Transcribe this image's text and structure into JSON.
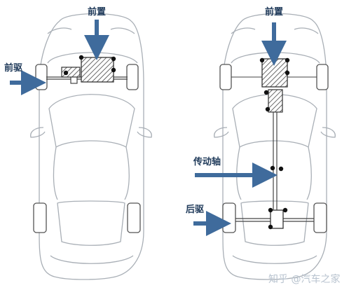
{
  "labels": {
    "fwd_front_engine": "前置",
    "fwd_drive": "前驱",
    "rwd_front_engine": "前置",
    "driveshaft": "传动轴",
    "rwd_drive": "后驱"
  },
  "watermark": "知乎 @汽车之家",
  "colors": {
    "arrow": "#3f6b9c",
    "outline": "#a9afb6",
    "component_fill": "#444444",
    "label": "#1f3a5a"
  }
}
